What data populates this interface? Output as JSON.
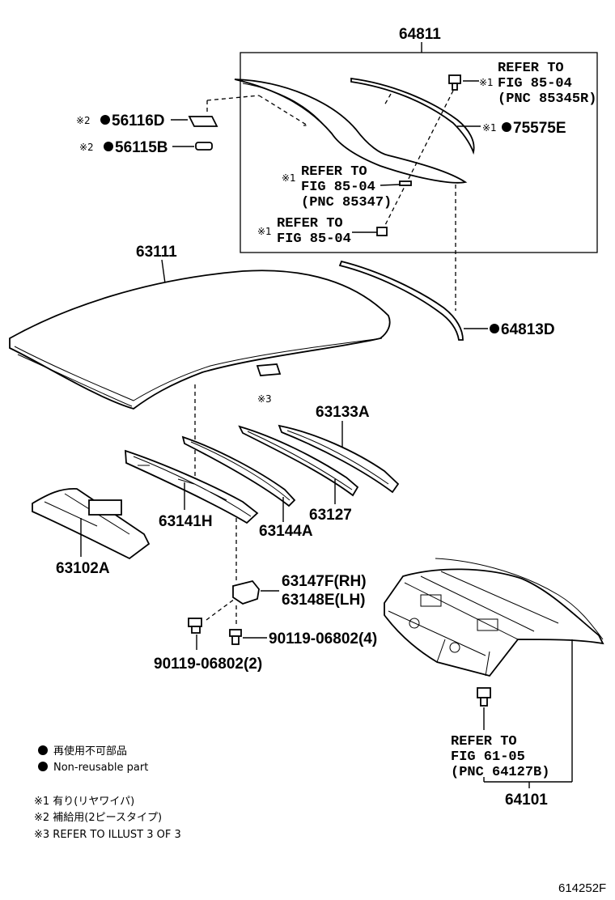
{
  "parts": {
    "p64811": "64811",
    "p63111": "63111",
    "p63133A": "63133A",
    "p63141H": "63141H",
    "p63144A": "63144A",
    "p63127": "63127",
    "p63102A": "63102A",
    "p63147F": "63147F(RH)",
    "p63148E": "63148E(LH)",
    "p64101": "64101",
    "p56116D": "56116D",
    "p56115B": "56115B",
    "p75575E": "75575E",
    "p64813D": "64813D",
    "bolt4": "90119-06802(4)",
    "bolt2": "90119-06802(2)"
  },
  "refs": {
    "r1_l1": "REFER TO",
    "r1_l2": "FIG 85-04",
    "r1_l3": "(PNC 85345R)",
    "r2_l1": "REFER TO",
    "r2_l2": "FIG 85-04",
    "r2_l3": "(PNC 85347)",
    "r3_l1": "REFER TO",
    "r3_l2": "FIG 85-04",
    "r4_l1": "REFER TO",
    "r4_l2": "FIG 61-05",
    "r4_l3": "(PNC 64127B)"
  },
  "marks": {
    "m1": "※1",
    "m2": "※2",
    "m3": "※3"
  },
  "legend": {
    "nonreuse_jp": "再使用不可部品",
    "nonreuse_en": "Non-reusable part",
    "note1": "※1 有り(リヤワイパ)",
    "note2": "※2 補給用(2ピースタイプ)",
    "note3": "※3 REFER TO ILLUST 3 OF 3"
  },
  "illustration_code": "614252F"
}
